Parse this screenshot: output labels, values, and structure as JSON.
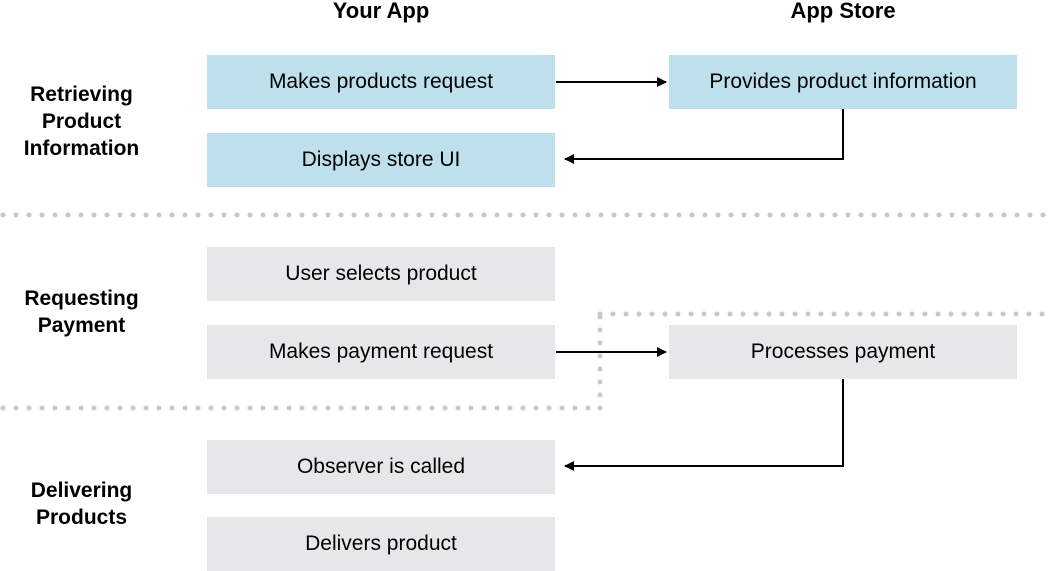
{
  "columns": {
    "your_app": "Your App",
    "app_store": "App Store"
  },
  "phases": {
    "retrieving": [
      "Retrieving",
      "Product",
      "Information"
    ],
    "requesting": [
      "Requesting",
      "Payment"
    ],
    "delivering": [
      "Delivering",
      "Products"
    ]
  },
  "steps": {
    "makes_products_request": "Makes products request",
    "provides_product_information": "Provides product information",
    "displays_store_ui": "Displays store UI",
    "user_selects_product": "User selects product",
    "makes_payment_request": "Makes payment request",
    "processes_payment": "Processes payment",
    "observer_is_called": "Observer is called",
    "delivers_product": "Delivers product"
  },
  "colors": {
    "retrieving_box": "#bde0ec",
    "other_box": "#e6e7e8",
    "separator": "#c8c8c8",
    "arrow": "#000000"
  }
}
